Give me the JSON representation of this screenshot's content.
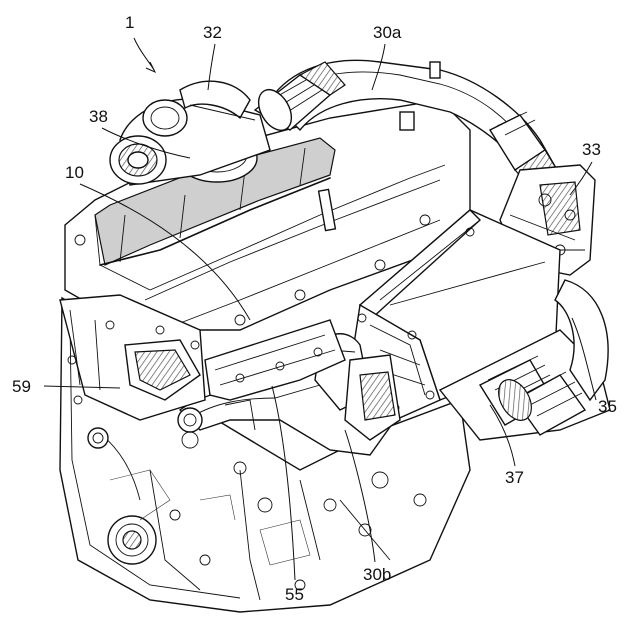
{
  "figure": {
    "reference_numerals": [
      {
        "id": "label-1",
        "text": "1"
      },
      {
        "id": "label-32",
        "text": "32"
      },
      {
        "id": "label-30a",
        "text": "30a"
      },
      {
        "id": "label-38",
        "text": "38"
      },
      {
        "id": "label-10",
        "text": "10"
      },
      {
        "id": "label-33",
        "text": "33"
      },
      {
        "id": "label-59",
        "text": "59"
      },
      {
        "id": "label-35",
        "text": "35"
      },
      {
        "id": "label-37",
        "text": "37"
      },
      {
        "id": "label-55",
        "text": "55"
      },
      {
        "id": "label-30b",
        "text": "30b"
      }
    ]
  }
}
